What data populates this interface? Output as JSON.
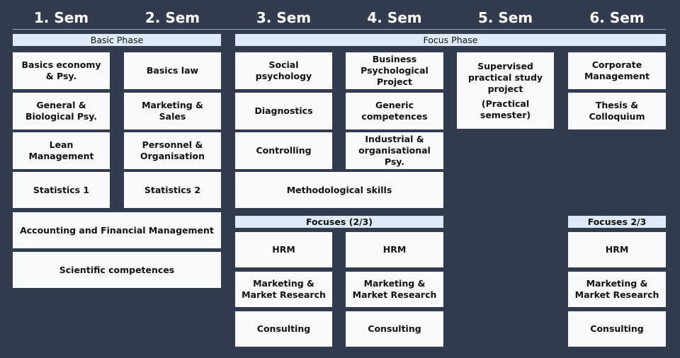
{
  "semesters": [
    "1. Sem",
    "2. Sem",
    "3. Sem",
    "4. Sem",
    "5. Sem",
    "6. Sem"
  ],
  "phases": {
    "basic": "Basic Phase",
    "focus": "Focus Phase",
    "focuses_a": "Focuses (2/3)",
    "focuses_b": "Focuses 2/3"
  },
  "modules": {
    "basics_economy": "Basics economy & Psy.",
    "basics_law": "Basics law",
    "general_bio": "General & Biological Psy.",
    "marketing_sales": "Marketing & Sales",
    "lean_management": "Lean Management",
    "personnel_org": "Personnel & Organisation",
    "statistics1": "Statistics 1",
    "statistics2": "Statistics 2",
    "accounting": "Accounting and Financial Management",
    "scientific": "Scientific competences",
    "social_psych": "Social psychology",
    "business_project": "Business Psychological Project",
    "diagnostics": "Diagnostics",
    "generic_comp": "Generic competences",
    "controlling": "Controlling",
    "industrial_psy": "Industrial & organisational Psy.",
    "methodological": "Methodological skills",
    "supervised": "Supervised practical study project",
    "supervised_note": "(Practical semester)",
    "corporate_mgmt": "Corporate Management",
    "thesis": "Thesis & Colloquium"
  },
  "focus_items": {
    "hrm": "HRM",
    "marketing_research": "Marketing & Market Research",
    "consulting": "Consulting"
  }
}
